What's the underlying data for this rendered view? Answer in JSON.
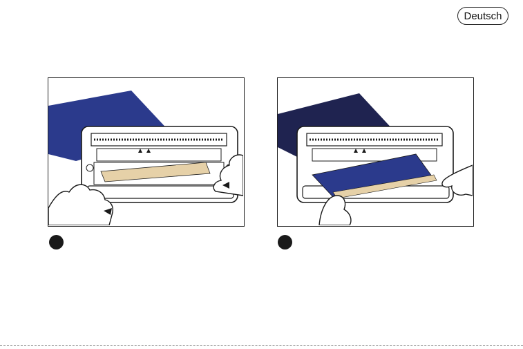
{
  "header": {
    "language_label": "Deutsch"
  },
  "steps": [
    {
      "illustration": "printer-paper-insertion",
      "sheet_color": "#2b3a8c"
    },
    {
      "illustration": "printer-paper-ejection",
      "sheet_color": "#1f2350"
    }
  ],
  "colors": {
    "backing_strip": "#e6d1a8",
    "outline": "#1a1a1a"
  }
}
